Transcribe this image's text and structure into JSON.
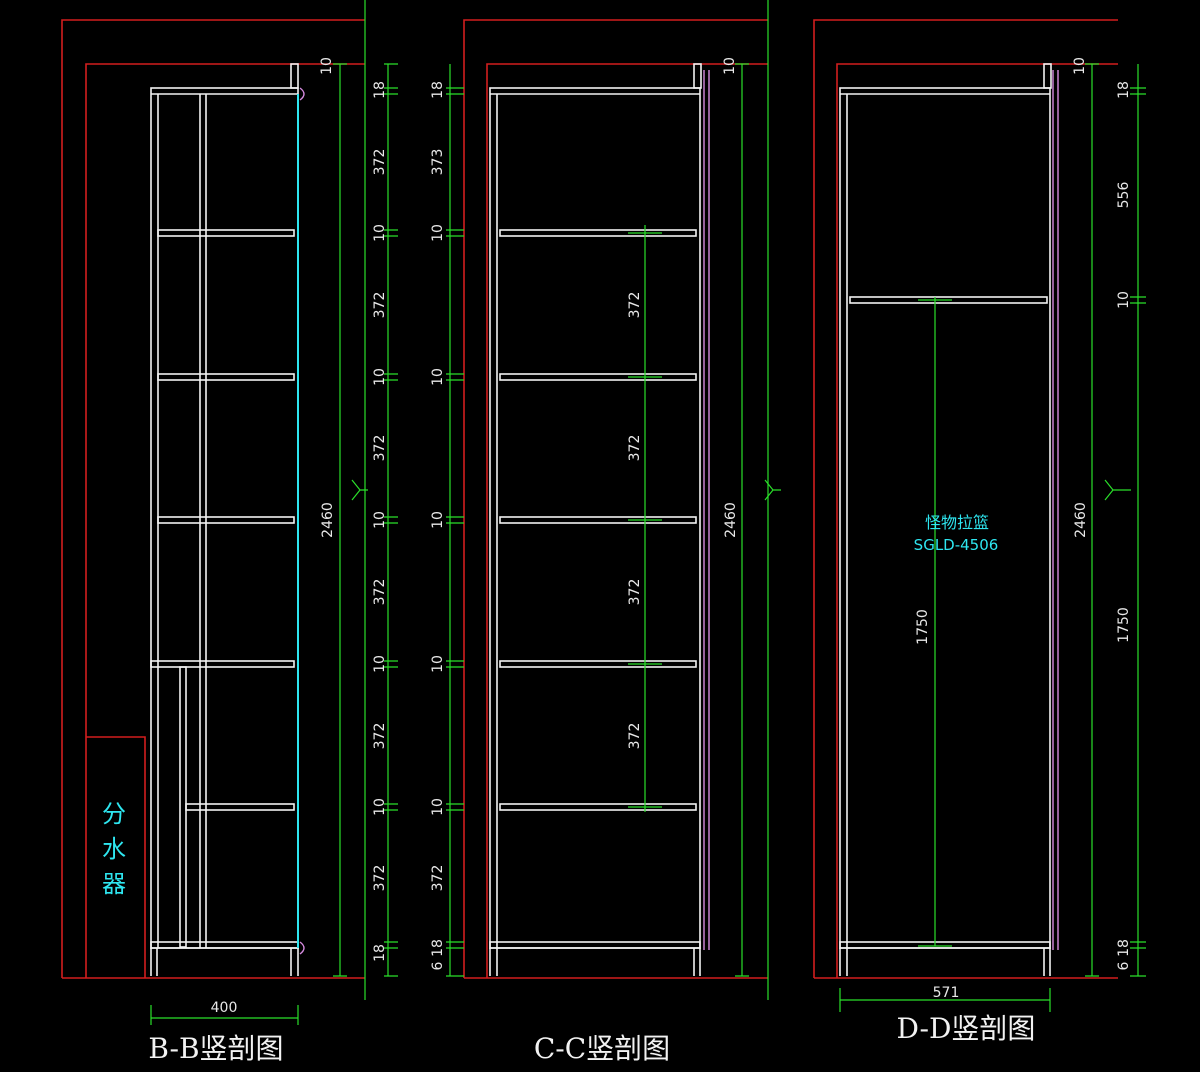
{
  "sections": [
    {
      "title": "B-B竖剖图",
      "total_height": "2460",
      "width": "400",
      "segments": [
        "10",
        "18",
        "372",
        "10",
        "372",
        "10",
        "372",
        "10",
        "372",
        "10",
        "372",
        "10",
        "372",
        "18"
      ],
      "label_chars": [
        "分",
        "水",
        "器"
      ]
    },
    {
      "title": "C-C竖剖图",
      "total_height": "2460",
      "segments": [
        "10",
        "18",
        "373",
        "10",
        "10",
        "10",
        "10",
        "10",
        "372",
        "6",
        "18"
      ],
      "inner_dims": [
        "372",
        "372",
        "372",
        "372"
      ]
    },
    {
      "title": "D-D竖剖图",
      "total_height": "2460",
      "width": "571",
      "segments": [
        "10",
        "18",
        "556",
        "10",
        "1750",
        "6",
        "18"
      ],
      "inner_dim": "1750",
      "basket_name": "怪物拉篮",
      "basket_model": "SGLD-4506"
    }
  ],
  "colors": {
    "background": "#000000",
    "wall": "#d21e1e",
    "cabinet": "#f2f2f2",
    "dimension": "#2adf2a",
    "glass": "#2ee6f0",
    "door": "#d68be0"
  }
}
